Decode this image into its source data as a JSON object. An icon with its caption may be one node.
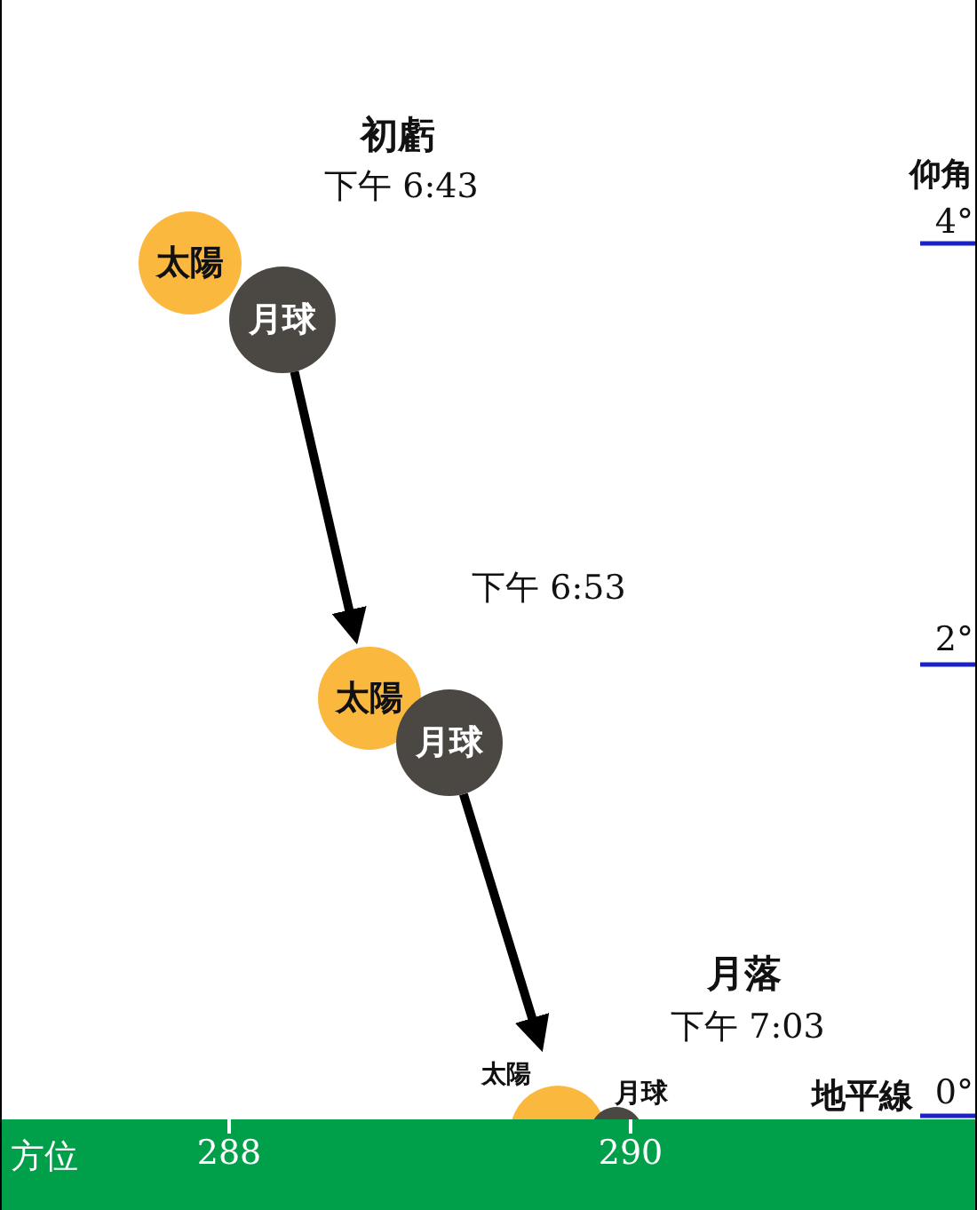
{
  "diagram": {
    "nodes": [
      {
        "text": [
          "太陽"
        ]
      },
      {
        "text": [
          "月球"
        ]
      },
      {
        "text": [
          "太陽"
        ]
      },
      {
        "text": [
          "月球"
        ]
      },
      {
        "text": [
          "太陽"
        ]
      },
      {
        "text": [
          "月球"
        ]
      },
      {
        "text": [
          "方位",
          "288",
          "290"
        ]
      }
    ],
    "edges": [
      {
        "from": 1,
        "to": 2,
        "arrow": "to"
      },
      {
        "from": 3,
        "to": 4,
        "arrow": "to"
      }
    ],
    "labels": [
      "初虧",
      "下午 6:43",
      "仰角",
      "4°",
      "下午 6:53",
      "2°",
      "月落",
      "下午 7:03",
      "地平線",
      "0°"
    ]
  }
}
